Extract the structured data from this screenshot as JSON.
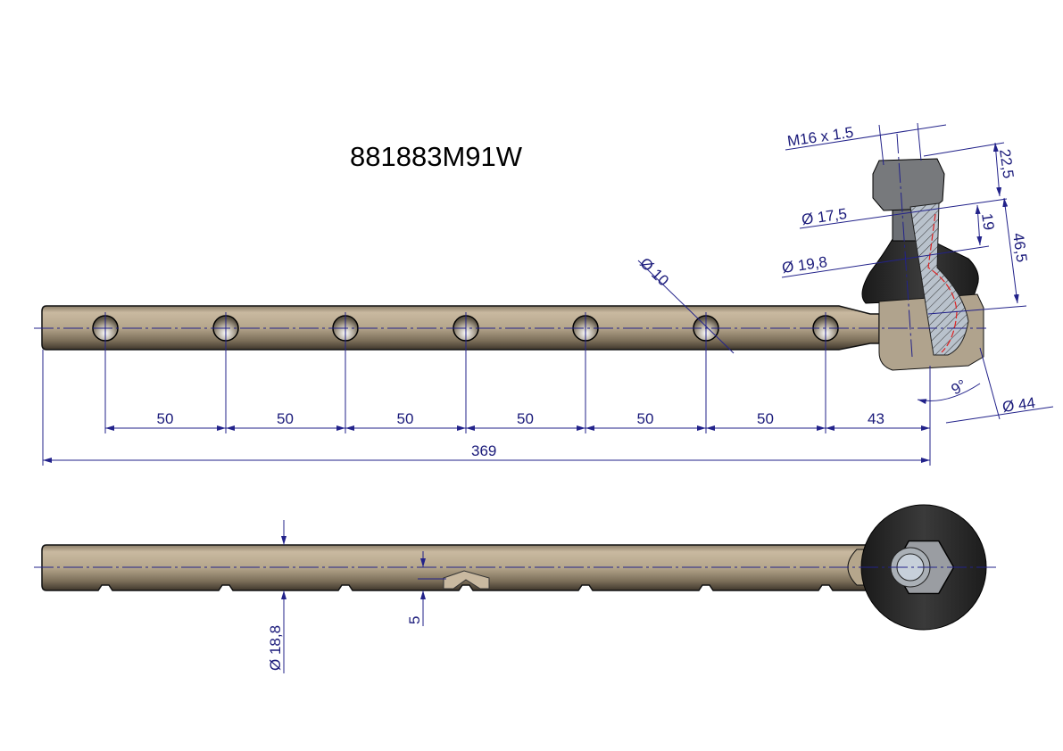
{
  "title": "881883M91W",
  "colors": {
    "rod": "#b5a68c",
    "dimension": "#1a1a7a",
    "boot": "#2a2a2a"
  },
  "top_view": {
    "spacing_labels": [
      "50",
      "50",
      "50",
      "50",
      "50",
      "50"
    ],
    "end_offset": "43",
    "overall_length": "369",
    "hole_diameter": "Ø 10",
    "thread": "M16 x 1.5",
    "stud_diameter": "Ø 17,5",
    "taper_diameter": "Ø 19,8",
    "nut_height": "22,5",
    "taper_length": "19",
    "stud_height": "46,5",
    "angle": "9°",
    "boot_diameter": "Ø 44"
  },
  "bottom_view": {
    "rod_diameter": "Ø 18,8",
    "notch_depth": "5"
  }
}
